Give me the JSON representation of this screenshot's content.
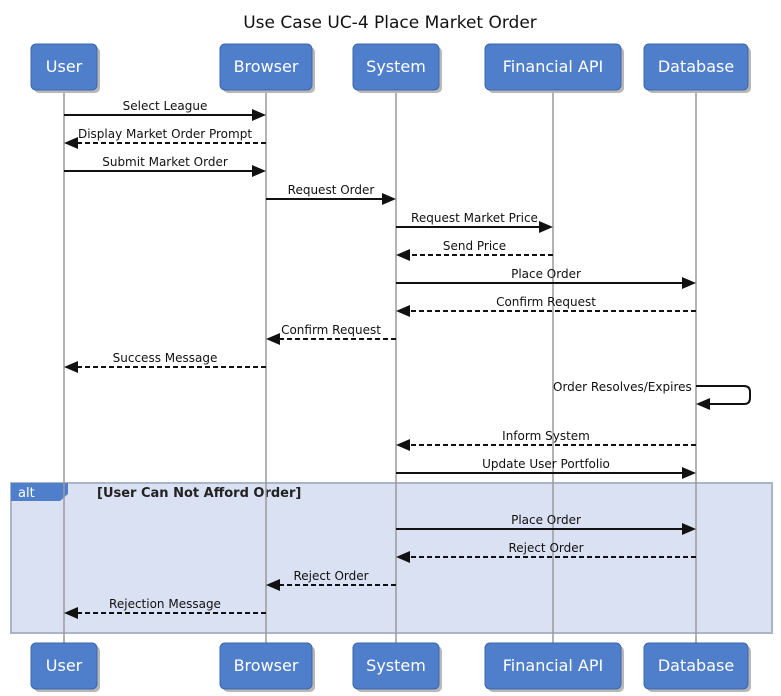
{
  "title": "Use Case UC-4 Place Market Order",
  "participants": [
    {
      "id": "user",
      "label": "User"
    },
    {
      "id": "browser",
      "label": "Browser"
    },
    {
      "id": "system",
      "label": "System"
    },
    {
      "id": "financial-api",
      "label": "Financial API"
    },
    {
      "id": "database",
      "label": "Database"
    }
  ],
  "messages": [
    {
      "from": "user",
      "to": "browser",
      "label": "Select League",
      "style": "solid"
    },
    {
      "from": "browser",
      "to": "user",
      "label": "Display Market Order Prompt",
      "style": "dashed"
    },
    {
      "from": "user",
      "to": "browser",
      "label": "Submit Market Order",
      "style": "solid"
    },
    {
      "from": "browser",
      "to": "system",
      "label": "Request Order",
      "style": "solid"
    },
    {
      "from": "system",
      "to": "financial-api",
      "label": "Request Market Price",
      "style": "solid"
    },
    {
      "from": "financial-api",
      "to": "system",
      "label": "Send Price",
      "style": "dashed"
    },
    {
      "from": "system",
      "to": "database",
      "label": "Place Order",
      "style": "solid"
    },
    {
      "from": "database",
      "to": "system",
      "label": "Confirm Request",
      "style": "dashed"
    },
    {
      "from": "system",
      "to": "browser",
      "label": "Confirm Request",
      "style": "dashed"
    },
    {
      "from": "browser",
      "to": "user",
      "label": "Success Message",
      "style": "dashed"
    },
    {
      "from": "database",
      "to": "database",
      "label": "Order Resolves/Expires",
      "style": "self"
    },
    {
      "from": "database",
      "to": "system",
      "label": "Inform System",
      "style": "dashed"
    },
    {
      "from": "system",
      "to": "database",
      "label": "Update User Portfolio",
      "style": "solid"
    },
    {
      "from": "system",
      "to": "database",
      "label": "Place Order",
      "style": "solid"
    },
    {
      "from": "database",
      "to": "system",
      "label": "Reject Order",
      "style": "dashed"
    },
    {
      "from": "system",
      "to": "browser",
      "label": "Reject Order",
      "style": "dashed"
    },
    {
      "from": "browser",
      "to": "user",
      "label": "Rejection Message",
      "style": "dashed"
    }
  ],
  "fragment": {
    "keyword": "alt",
    "guard": "[User Can Not Afford Order]"
  },
  "colors": {
    "participant_fill": "#4f7fca",
    "fragment_fill": "#d9e1f2"
  }
}
